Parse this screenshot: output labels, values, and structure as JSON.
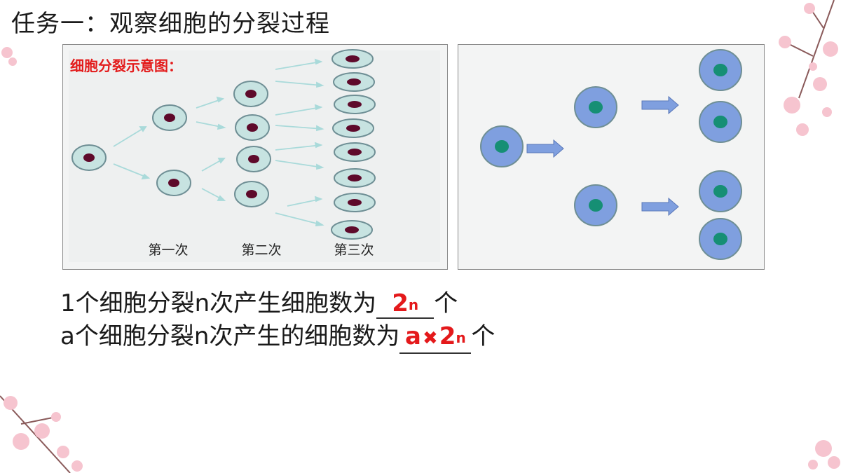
{
  "title": "任务一：观察细胞的分裂过程",
  "left_figure": {
    "heading": "细胞分裂示意图：",
    "stage_labels": [
      "第一次",
      "第二次",
      "第三次"
    ]
  },
  "line1": {
    "prefix": "1个细胞分裂n次产生细胞数为",
    "answer_base": "2",
    "answer_exp": "n",
    "suffix": "个"
  },
  "line2": {
    "prefix": "a个细胞分裂n次产生的细胞数为",
    "answer_a": "a",
    "answer_times": "✖",
    "answer_base": "2",
    "answer_exp": "n",
    "suffix": "个"
  },
  "colors": {
    "answer": "#e4191b",
    "left_cell_fill": "#c7e3e1",
    "left_nucleus": "#5e0a2b",
    "right_cell_fill": "#7f9fdf",
    "right_nucleus": "#168f74",
    "arrow": "#7f9fdf"
  }
}
